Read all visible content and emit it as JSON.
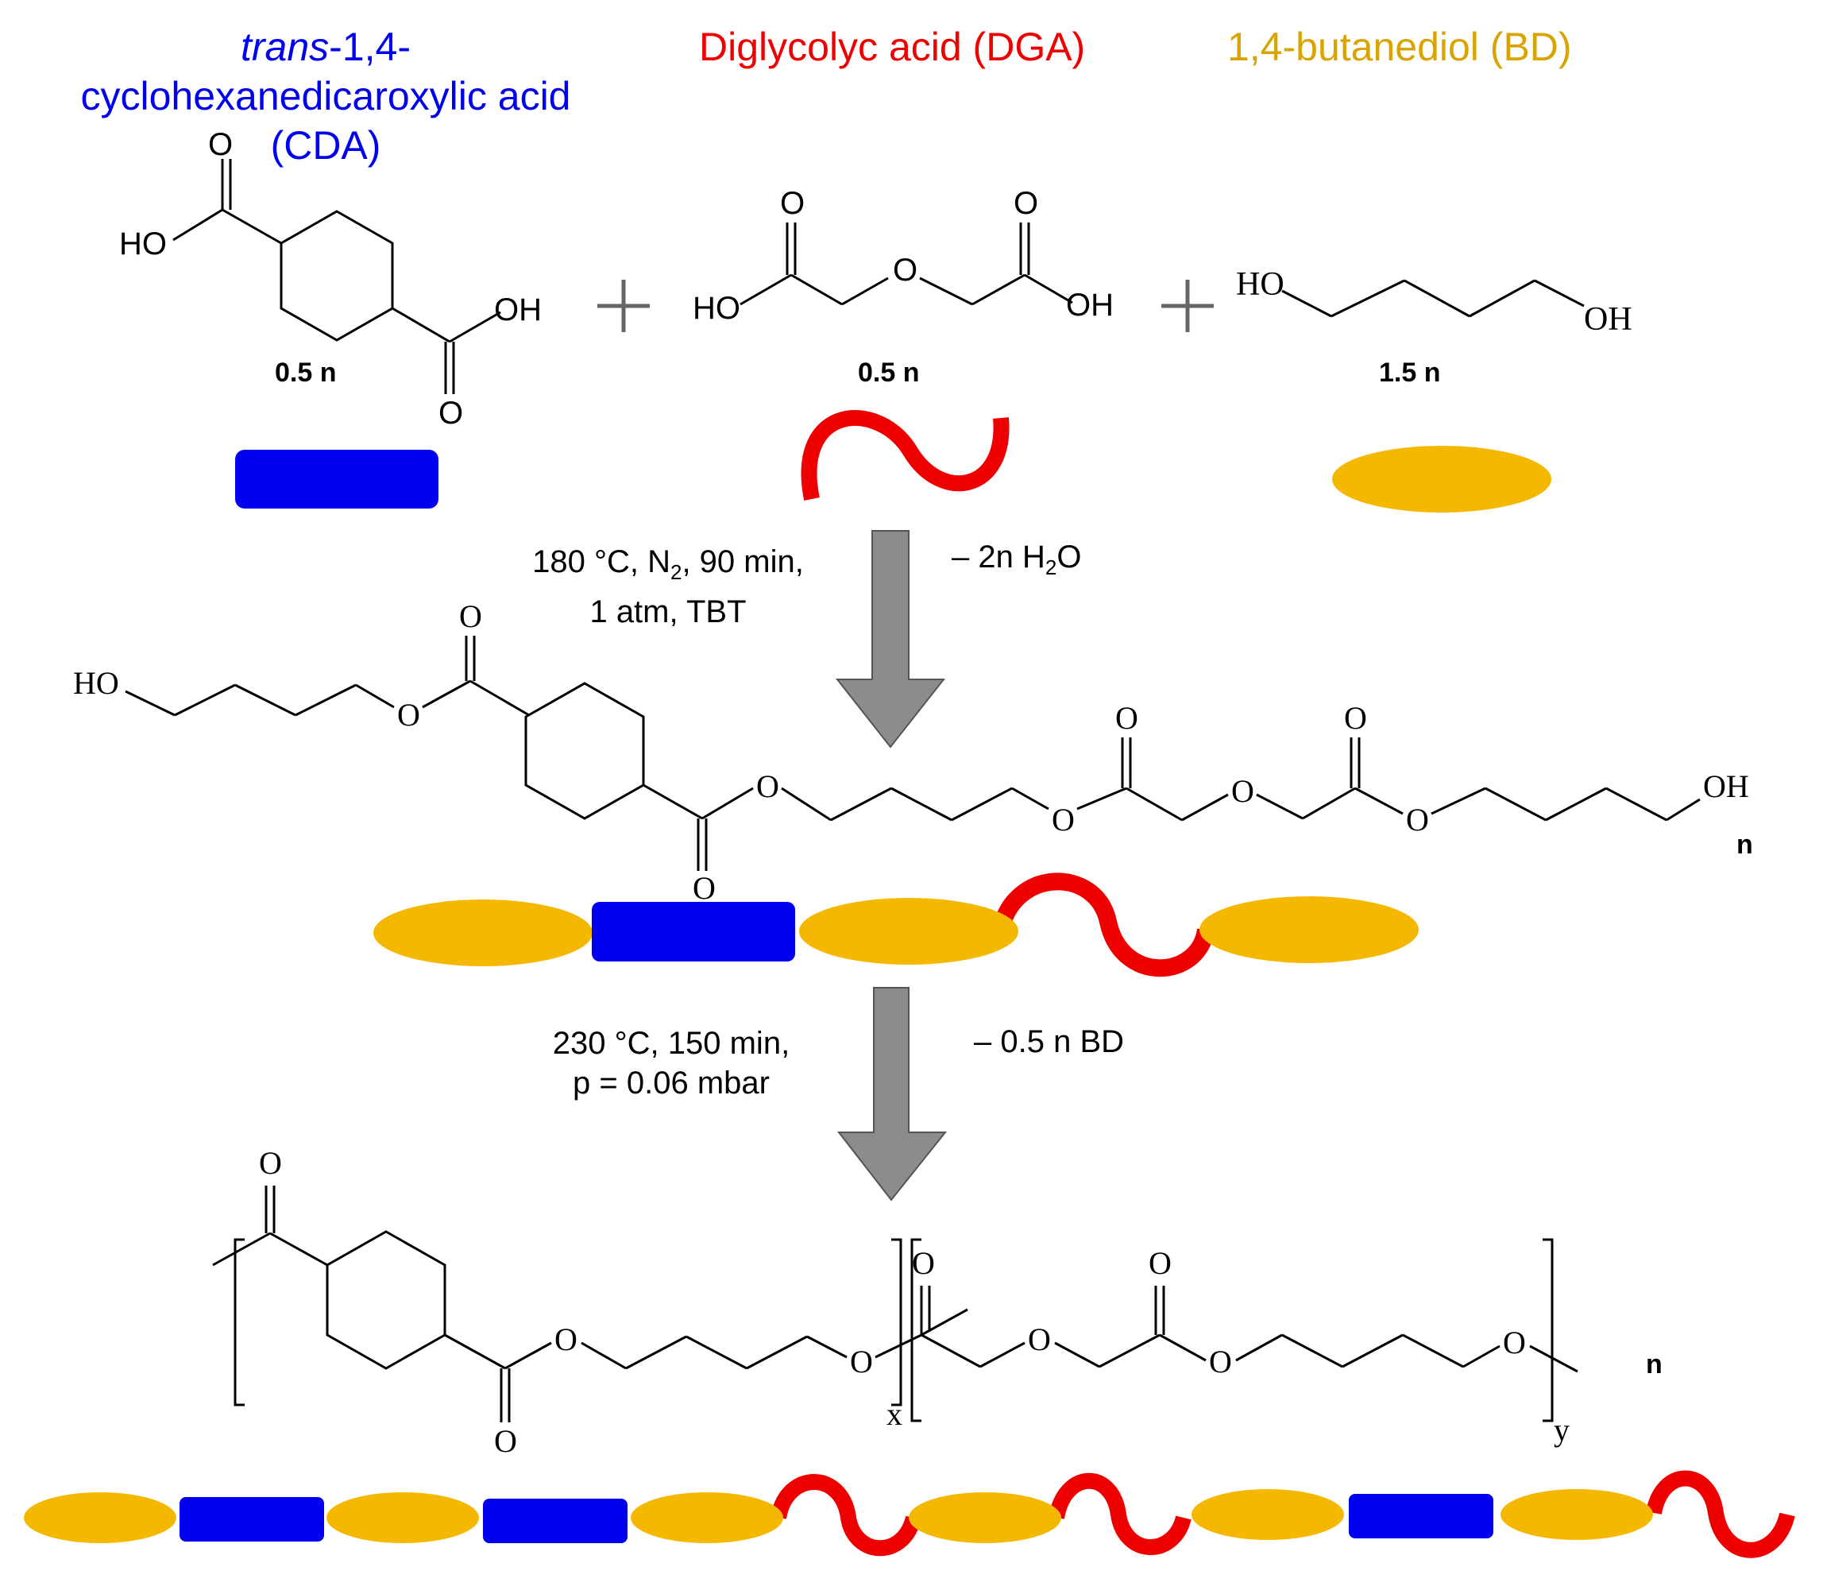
{
  "colors": {
    "cda": "#0000ee",
    "dga": "#ee0000",
    "bd": "#f5b800",
    "arrow": "#8c8c8c",
    "bond": "#000000"
  },
  "reactants": {
    "cda": {
      "name_italic": "trans",
      "name_line1_rest": "-1,4-",
      "name_line2": "cyclohexanedicaroxylic acid",
      "name_line3": "(CDA)",
      "coefficient": "0.5 n"
    },
    "dga": {
      "name": "Diglycolyc acid (DGA)",
      "coefficient": "0.5 n"
    },
    "bd": {
      "name": "1,4-butanediol (BD)",
      "coefficient": "1.5 n"
    }
  },
  "step1": {
    "conditions_line1": "180 °C, N",
    "conditions_sub": "2",
    "conditions_line1_end": ", 90 min,",
    "conditions_line2": "1 atm, TBT",
    "byproduct_prefix": "– 2n H",
    "byproduct_sub": "2",
    "byproduct_suffix": "O"
  },
  "step2": {
    "conditions_line1": "230 °C, 150 min,",
    "conditions_line2": "p = 0.06 mbar",
    "byproduct": "– 0.5 n BD"
  },
  "atoms": {
    "O": "O",
    "HO": "HO",
    "OH": "OH",
    "plus": "+",
    "n": "n",
    "x": "x",
    "y": "y"
  }
}
